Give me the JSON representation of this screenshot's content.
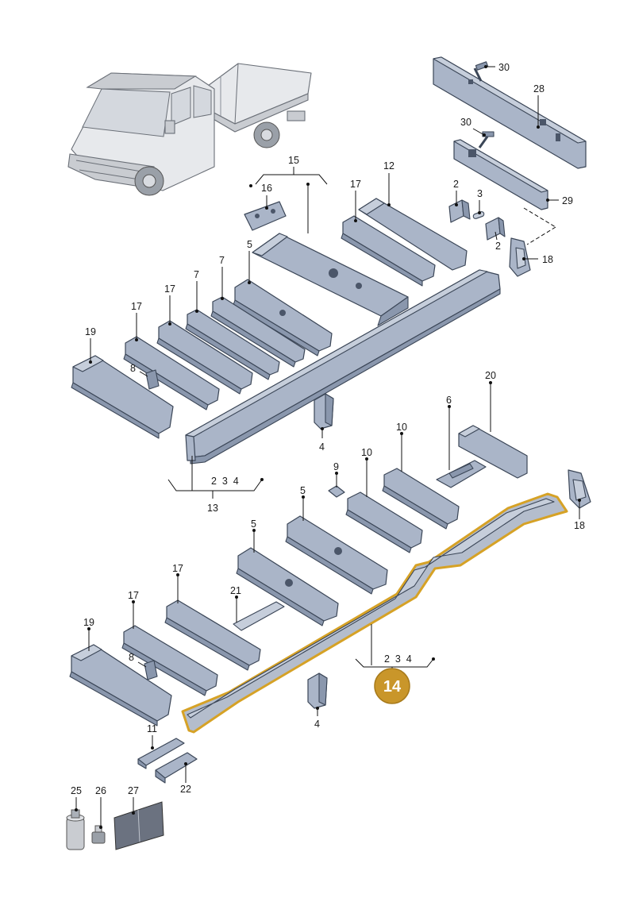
{
  "callouts": {
    "c30a": "30",
    "c28": "28",
    "c30b": "30",
    "c29": "29",
    "c15": "15",
    "c16": "16",
    "c12": "12",
    "c17a": "17",
    "c2a": "2",
    "c3": "3",
    "c2b": "2",
    "c18a": "18",
    "c5a": "5",
    "c7a": "7",
    "c7b": "7",
    "c17b": "17",
    "c17c": "17",
    "c19a": "19",
    "c8a": "8",
    "c4a": "4",
    "c13": "13",
    "c234a": "2  3  4",
    "c20": "20",
    "c6": "6",
    "c10a": "10",
    "c10b": "10",
    "c9": "9",
    "c5b": "5",
    "c5c": "5",
    "c18b": "18",
    "c17d": "17",
    "c21": "21",
    "c17e": "17",
    "c19b": "19",
    "c8b": "8",
    "c234b": "2  3  4",
    "c14": "14",
    "c4b": "4",
    "c11": "11",
    "c22": "22",
    "c25": "25",
    "c26": "26",
    "c27": "27"
  },
  "colors": {
    "part_fill": "#aab5c8",
    "part_stroke": "#3b4657",
    "highlight": "#d6a226",
    "badge": "#c9962a"
  }
}
